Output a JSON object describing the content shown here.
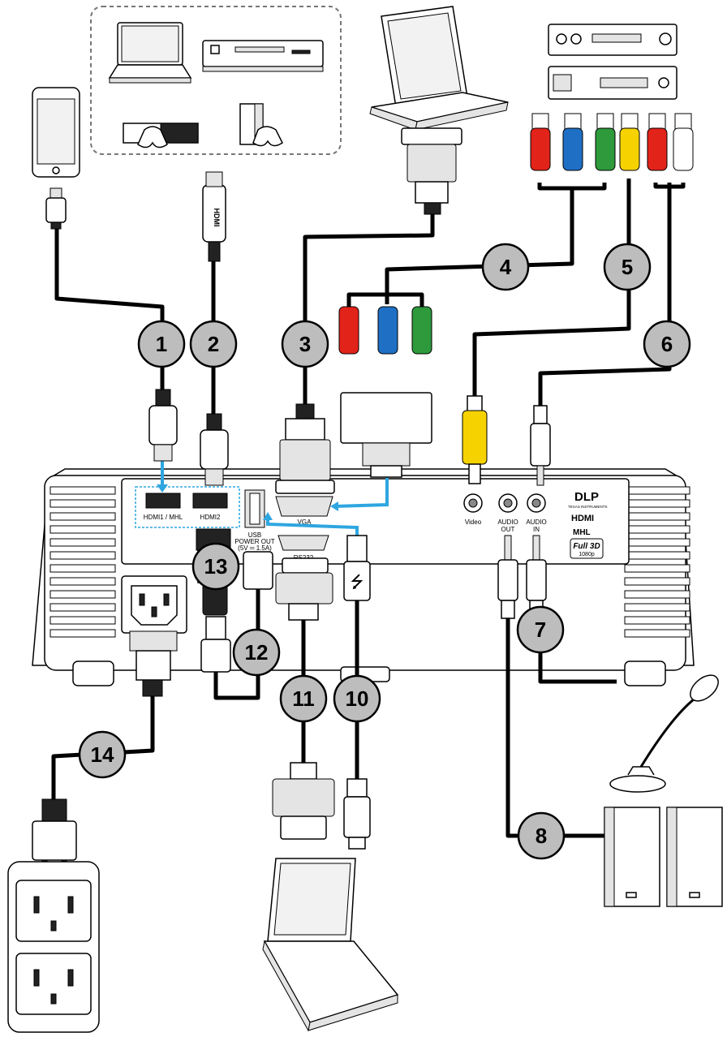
{
  "ports": {
    "hdmi1": "HDMI1 / MHL",
    "hdmi2": "HDMI2",
    "usb_line1": "USB",
    "usb_line2": "POWER OUT",
    "usb_line3": "(5V ═ 1.5A)",
    "vga": "VGA",
    "rs232": "RS232",
    "video": "Video",
    "audio_out_1": "AUDIO",
    "audio_out_2": "OUT",
    "audio_in_1": "AUDIO",
    "audio_in_2": "IN"
  },
  "logos": {
    "dlp": "DLP",
    "ti": "TEXAS INSTRUMENTS",
    "hdmi": "HDMI",
    "mhl": "MHL",
    "full3d": "Full 3D",
    "res": "1080p"
  },
  "callouts": {
    "c1": "1",
    "c2": "2",
    "c3": "3",
    "c4": "4",
    "c5": "5",
    "c6": "6",
    "c7": "7",
    "c8": "8",
    "c9": "10",
    "c10": "11",
    "c11": "12",
    "c12": "13",
    "c13": "14"
  },
  "colors": {
    "connector_red": "#e2231a",
    "connector_blue": "#1f6fc4",
    "connector_green": "#2e9a3c",
    "connector_yellow": "#f5d200",
    "connector_white": "#ffffff",
    "highlight_blue": "#2ea6e0",
    "callout_grey": "#bdbdbd"
  },
  "icons": [
    "smartphone-icon",
    "laptop-icon",
    "dvd-player-icon",
    "game-console-icon",
    "vcr-icon",
    "microphone-icon",
    "speakers-icon",
    "wall-outlet-icon",
    "usb-icon"
  ]
}
